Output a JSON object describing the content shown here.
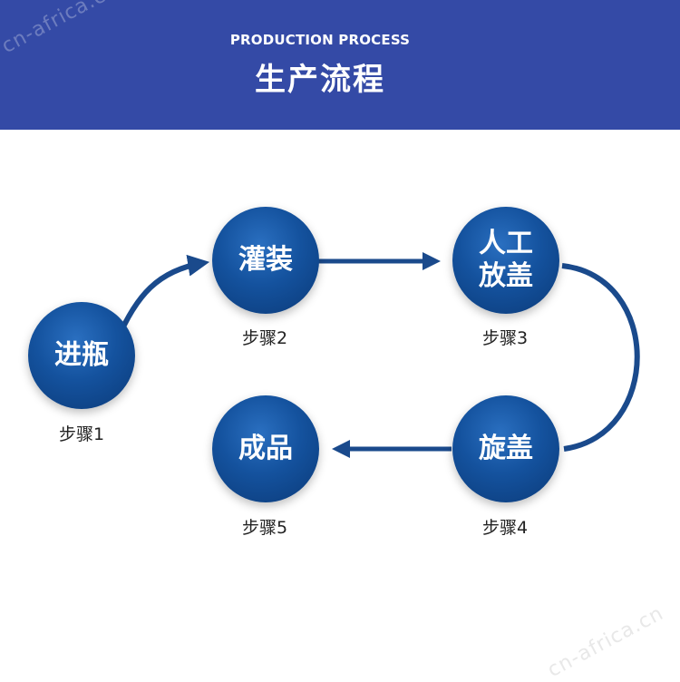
{
  "header": {
    "subtitle_en": "PRODUCTION PROCESS",
    "title_zh": "生产流程"
  },
  "watermark": "cn-africa.cn",
  "steps": [
    {
      "name": "进瓶",
      "label": "步骤1"
    },
    {
      "name": "灌装",
      "label": "步骤2"
    },
    {
      "name": "人工放盖",
      "label": "步骤3"
    },
    {
      "name": "旋盖",
      "label": "步骤4"
    },
    {
      "name": "成品",
      "label": "步骤5"
    }
  ],
  "colors": {
    "banner": "#344aa6",
    "node": "#14529e",
    "arrow": "#1a4a8c"
  }
}
